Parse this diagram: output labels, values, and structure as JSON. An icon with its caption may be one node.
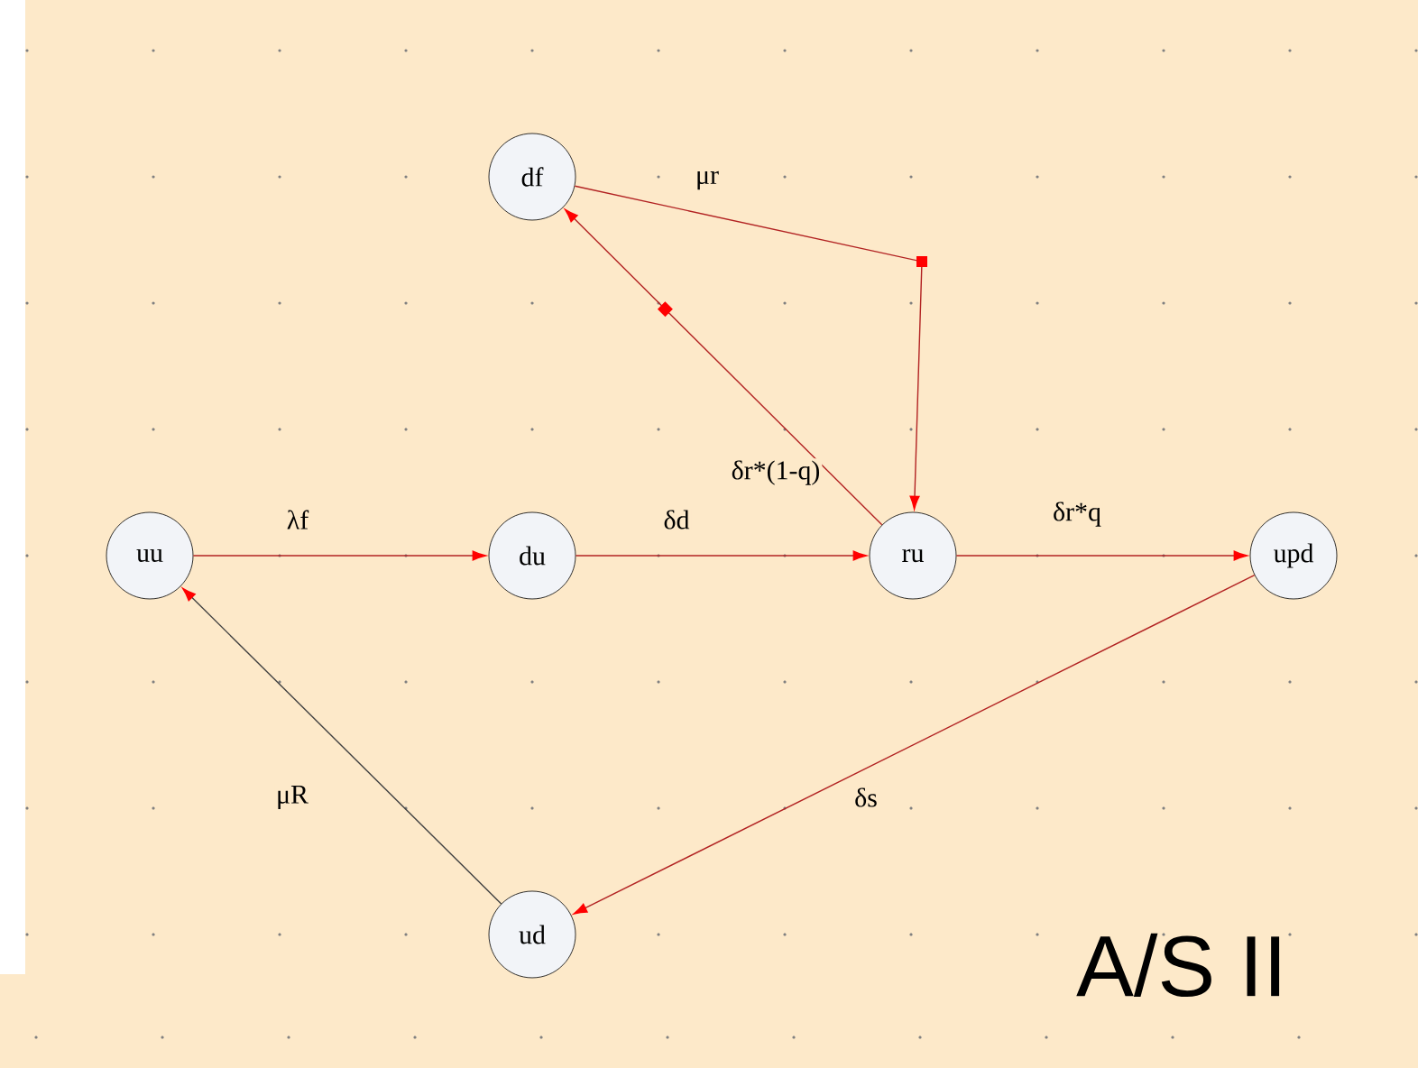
{
  "diagram": {
    "nodes": [
      {
        "text": [
          "uu"
        ]
      },
      {
        "text": [
          "du"
        ]
      },
      {
        "text": [
          "ru"
        ]
      },
      {
        "text": [
          "upd"
        ]
      },
      {
        "text": [
          "df"
        ]
      },
      {
        "text": [
          "ud"
        ]
      }
    ],
    "edges": [
      {
        "from": 0,
        "to": 1,
        "arrow": "to",
        "label": "λf"
      },
      {
        "from": 1,
        "to": 2,
        "arrow": "to",
        "label": "δd"
      },
      {
        "from": 2,
        "to": 3,
        "arrow": "to",
        "label": "δr*q"
      },
      {
        "from": 3,
        "to": 5,
        "arrow": "to",
        "label": "δs"
      },
      {
        "from": 5,
        "to": 0,
        "arrow": "to",
        "label": "μR",
        "color": "#404040"
      },
      {
        "from": 2,
        "to": 4,
        "arrow": "to",
        "label": "δr*(1-q)"
      },
      {
        "from": 4,
        "to": 2,
        "arrow": "to",
        "label": "μr"
      }
    ],
    "labels": [
      "A/S II"
    ]
  }
}
